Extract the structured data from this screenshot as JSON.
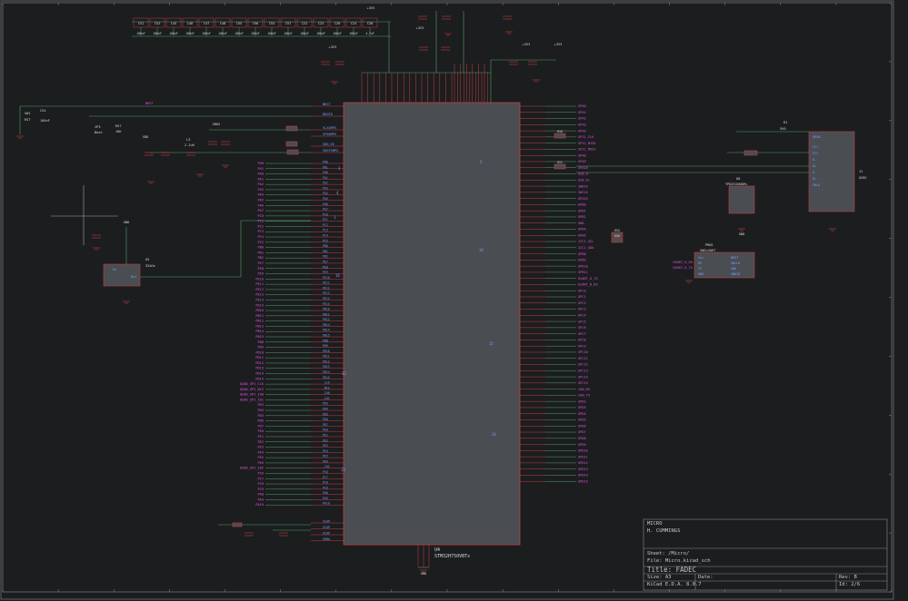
{
  "colors": {
    "background": "#1c1d1f",
    "wire": "#4fa06a",
    "body_fill": "#4a4d52",
    "body_outline": "#c04040",
    "pin_text": "#6fa0ff",
    "net_label": "#e055e0",
    "value_text": "#d8d8d8",
    "frame": "#9a9a9a",
    "cursor": "#a8a8a8"
  },
  "title_block": {
    "company": "MICRO",
    "author": "H. CUMMINGS",
    "sheet_path": "Sheet: /Micro/",
    "file": "File: Micro.kicad_sch",
    "title": "Title: FADEC",
    "size": "Size: A3",
    "date": "Date:",
    "tool": "KiCad E.D.A. 8.0.7",
    "rev": "Rev: B",
    "id": "Id: 2/6"
  },
  "ic": {
    "ref": "U4",
    "value": "STM32H750VBTx",
    "left_nets": [
      "PH0",
      "PH1",
      "PA0",
      "PA1",
      "PA2",
      "PA3",
      "PA4",
      "PA5",
      "PA6",
      "PA7",
      "PC0",
      "PC1",
      "PC2",
      "PC3",
      "PC4",
      "PC5",
      "PB0",
      "PB1",
      "PB2",
      "PE7",
      "PE8",
      "PE9",
      "PE10",
      "PE11",
      "PE12",
      "PE13",
      "PE14",
      "PE15",
      "PB10",
      "PB11",
      "PB12",
      "PB13",
      "PB14",
      "PB15",
      "PD8",
      "PD9",
      "PD10",
      "PD11",
      "PD12",
      "PD13",
      "PD14",
      "PD15",
      "QUAD_SPI_CLK",
      "QUAD_SPI_NCS",
      "QUAD_SPI_IO0",
      "QUAD_SPI_IO1",
      "PD3",
      "PD4",
      "PD5",
      "PD6",
      "PD7",
      "PE0",
      "PE1",
      "PE2",
      "PE3",
      "PE4",
      "PE5",
      "PE6",
      "QUAD_SPI_IO2",
      "PC6",
      "PC7",
      "PC8",
      "PC9",
      "PA8",
      "PA9",
      "PA10"
    ],
    "right_nets": [
      "GPA0",
      "GPA1",
      "GPA2",
      "GPA3",
      "GPA4",
      "SPI1_CLK",
      "SPI1_MISO",
      "SPI1_MOSI",
      "GPA8",
      "GPA9",
      "GPA10",
      "USB_D-",
      "USB_D+",
      "SWDIO",
      "SWCLK",
      "GPA15",
      "GPB0",
      "GPB1",
      "GPB2",
      "SWO",
      "GPB4",
      "GPB5",
      "I2C1_SCL",
      "I2C1_SDA",
      "GPB8",
      "GPB9",
      "GPB10",
      "GPB11",
      "USART_D_TX",
      "USART_D_RX",
      "GPC0",
      "GPC1",
      "GPC2",
      "GPC3",
      "GPC4",
      "GPC5",
      "GPC6",
      "GPC7",
      "GPC8",
      "GPC9",
      "GPC10",
      "GPC11",
      "GPC12",
      "GPC13",
      "GPC14",
      "GPC15",
      "CAN_RX",
      "CAN_TX",
      "GPD2",
      "GPD3",
      "GPD4",
      "GPD5",
      "GPD6",
      "GPD7",
      "GPD8",
      "GPD9",
      "GPD10",
      "GPD11",
      "GPD12",
      "GPD13",
      "GPD14",
      "GPD15"
    ],
    "left_special": [
      "NRST",
      "BOOT0",
      "VLXSMPS",
      "VFBSMPS",
      "VDD_DS",
      "VREFSMPS"
    ],
    "bottom_special": [
      "VCAP",
      "VCAP",
      "VCAP",
      "VDDA"
    ]
  },
  "decoupling_caps": [
    "C51",
    "C52",
    "C45",
    "C46",
    "C47",
    "C48",
    "C55",
    "C56",
    "C53",
    "C57",
    "C22",
    "C23",
    "C26",
    "C24",
    "C28"
  ],
  "decoupling_values": [
    "100nF",
    "100nF",
    "100nF",
    "100nF",
    "100nF",
    "100nF",
    "100nF",
    "100nF",
    "100nF",
    "100nF",
    "100nF",
    "100nF",
    "100nF",
    "100nF",
    "4.7uF"
  ],
  "power_labels": [
    "+3V3",
    "+3V3",
    "+3V3",
    "+3V3",
    "+3V3",
    "VDD",
    "VBUS",
    "GND"
  ],
  "components": {
    "usb": {
      "ref": "J1",
      "value": "USBC",
      "label": "VBUS",
      "pins": [
        "CC1",
        "CC2",
        "D-",
        "D+",
        "D-",
        "D+",
        "SHLD"
      ]
    },
    "esd": {
      "ref": "U8",
      "value": "TPD2E2U06DRL",
      "label": "GND"
    },
    "swd": {
      "ref": "PRN1",
      "value": "SWD+UART",
      "pins": [
        "Vcc",
        "RX",
        "TX",
        "GND",
        "NRST",
        "SWCLK",
        "SWO",
        "SWDIO"
      ],
      "nets": [
        "USART_D_RX",
        "USART_D_TX"
      ]
    },
    "crystal": {
      "ref": "U5",
      "value": "32kHz",
      "pins": [
        "En",
        "Out"
      ]
    },
    "reset": {
      "ref": "SW1",
      "label": "RST",
      "cap": "C54",
      "cap_value": "100nF"
    },
    "boot": {
      "ref": "JP3",
      "label": "Boot",
      "res": "R57",
      "res_value": "10K"
    },
    "inductor": {
      "ref": "L3",
      "value": "2.2uH"
    },
    "led": {
      "ref": "D1",
      "value": "5V0"
    },
    "r_pullups": [
      "R50",
      "R51",
      "R55",
      "R56"
    ]
  }
}
